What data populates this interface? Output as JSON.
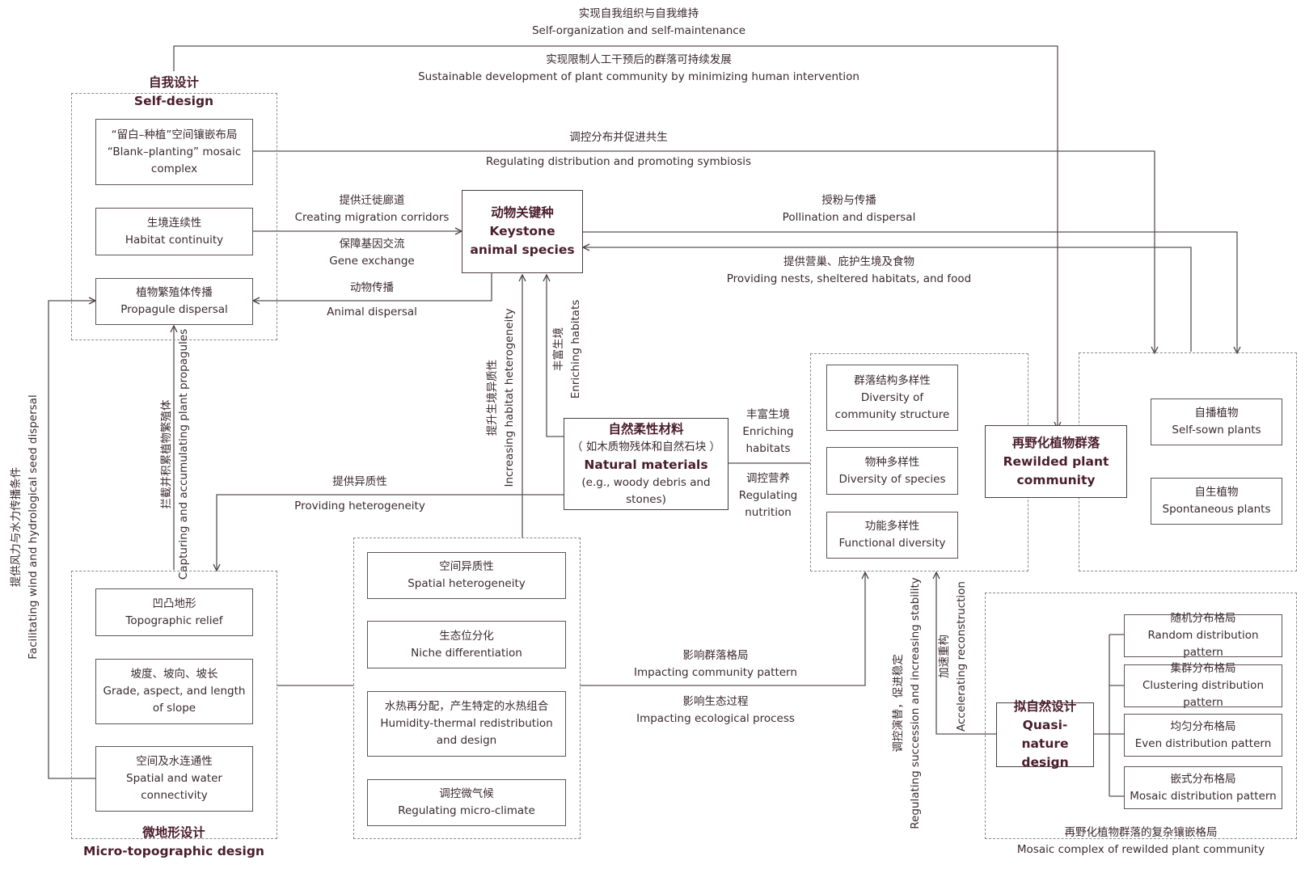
{
  "groups": {
    "self_design": {
      "zh": "自我设计",
      "en": "Self-design"
    },
    "micro_topo": {
      "zh": "微地形设计",
      "en": "Micro-topographic design"
    },
    "mosaic": {
      "zh": "再野化植物群落的复杂镶嵌格局",
      "en": "Mosaic complex of rewilded plant community"
    }
  },
  "boxes": {
    "blank_planting": {
      "zh": "“留白–种植”空间镶嵌布局",
      "en": "“Blank–planting” mosaic complex"
    },
    "habitat_continuity": {
      "zh": "生境连续性",
      "en": "Habitat continuity"
    },
    "propagule_dispersal": {
      "zh": "植物繁殖体传播",
      "en": "Propagule dispersal"
    },
    "keystone": {
      "zh": "动物关键种",
      "en": "Keystone animal species"
    },
    "natural_materials": {
      "zh": "自然柔性材料",
      "sub_zh": "（ 如木质物残体和自然石块 ）",
      "en": "Natural materials",
      "sub_en": "(e.g., woody debris and stones)"
    },
    "diversity_structure": {
      "zh": "群落结构多样性",
      "en": "Diversity of community structure"
    },
    "diversity_species": {
      "zh": "物种多样性",
      "en": "Diversity of species"
    },
    "functional_diversity": {
      "zh": "功能多样性",
      "en": "Functional diversity"
    },
    "rewilded": {
      "zh": "再野化植物群落",
      "en": "Rewilded plant community"
    },
    "self_sown": {
      "zh": "自播植物",
      "en": "Self-sown plants"
    },
    "spontaneous": {
      "zh": "自生植物",
      "en": "Spontaneous plants"
    },
    "topographic_relief": {
      "zh": "凹凸地形",
      "en": "Topographic relief"
    },
    "grade": {
      "zh": "坡度、坡向、坡长",
      "en": "Grade, aspect, and length of slope"
    },
    "spatial_water": {
      "zh": "空间及水连通性",
      "en": "Spatial and water connectivity"
    },
    "spatial_heterogeneity": {
      "zh": "空间异质性",
      "en": "Spatial heterogeneity"
    },
    "niche": {
      "zh": "生态位分化",
      "en": "Niche differentiation"
    },
    "humidity": {
      "zh": "水热再分配，产生特定的水热组合",
      "en": "Humidity-thermal redistribution and design"
    },
    "microclimate": {
      "zh": "调控微气候",
      "en": "Regulating micro-climate"
    },
    "quasi_nature": {
      "zh": "拟自然设计",
      "en": "Quasi-nature design"
    },
    "random": {
      "zh": "随机分布格局",
      "en": "Random distribution pattern"
    },
    "clustering": {
      "zh": "集群分布格局",
      "en": "Clustering distribution pattern"
    },
    "even": {
      "zh": "均匀分布格局",
      "en": "Even distribution pattern"
    },
    "mosaic_pattern": {
      "zh": "嵌式分布格局",
      "en": "Mosaic distribution pattern"
    }
  },
  "labels": {
    "self_org": {
      "zh": "实现自我组织与自我维持",
      "en": "Self-organization and self-maintenance"
    },
    "sustainable": {
      "zh": "实现限制人工干预后的群落可持续发展",
      "en": "Sustainable development of plant community by minimizing human intervention"
    },
    "regulating_symbiosis": {
      "zh": "调控分布并促进共生",
      "en": "Regulating distribution and promoting symbiosis"
    },
    "migration": {
      "zh": "提供迁徙廊道",
      "en": "Creating migration corridors"
    },
    "gene": {
      "zh": "保障基因交流",
      "en": "Gene exchange"
    },
    "animal_dispersal": {
      "zh": "动物传播",
      "en": "Animal dispersal"
    },
    "pollination": {
      "zh": "授粉与传播",
      "en": "Pollination and dispersal"
    },
    "nests": {
      "zh": "提供营巢、庇护生境及食物",
      "en": "Providing nests, sheltered habitats, and food"
    },
    "enriching_v": {
      "zh": "丰富生境",
      "en": "Enriching habitats"
    },
    "increasing_het": {
      "zh": "提升生境异质性",
      "en": "Increasing habitat heterogeneity"
    },
    "capturing": {
      "zh": "拦截并积累植物繁殖体",
      "en": "Capturing and accumulating plant propagules"
    },
    "facilitating": {
      "zh": "提供风力与水力传播条件",
      "en": "Facilitating wind and hydrological seed dispersal"
    },
    "providing_het": {
      "zh": "提供异质性",
      "en": "Providing heterogeneity"
    },
    "enriching_h": {
      "zh": "丰富生境",
      "en1": "Enriching",
      "en2": "habitats"
    },
    "nutrition": {
      "zh": "调控营养",
      "en1": "Regulating",
      "en2": "nutrition"
    },
    "community_pattern": {
      "zh": "影响群落格局",
      "en": "Impacting community pattern"
    },
    "ecological_process": {
      "zh": "影响生态过程",
      "en": "Impacting ecological process"
    },
    "succession": {
      "zh": "调控演替，促进稳定",
      "en": "Regulating succession and increasing stability"
    },
    "accelerating": {
      "zh": "加速重构",
      "en": "Accelerating reconstruction"
    }
  }
}
